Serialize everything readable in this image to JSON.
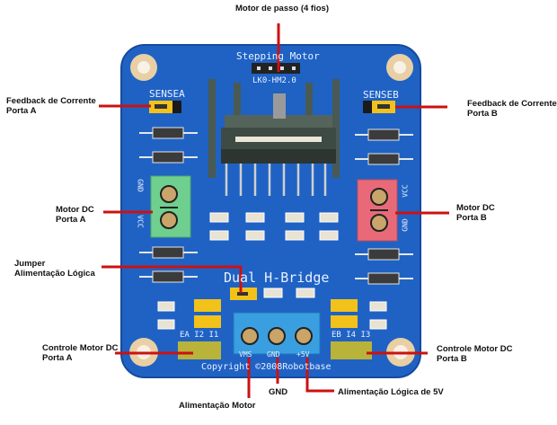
{
  "title": "Dual H-Bridge module (L298N) - pinout annotations",
  "colors": {
    "board": "#1f62c4",
    "board_edge": "#164a9c",
    "callout_line": "#cc1111",
    "jumper": "#f2c21a",
    "terminal_green": "#6fcf8f",
    "terminal_red": "#e86a78",
    "terminal_blue": "#3a9fe0",
    "header_pins": "#b9b33a",
    "mount_hole": "#e9cfa3"
  },
  "board_silkscreen": {
    "stepping_motor": "Stepping Motor",
    "chip": "LK0-HM2.0",
    "sense_a": "SENSEA",
    "sense_b": "SENSEB",
    "title": "Dual H-Bridge",
    "ctrl_a": "EA I2 I1",
    "ctrl_b": "EB I4 I3",
    "vms": "VMS",
    "gnd": "GND",
    "v5": "+5V",
    "copyright": "Copyright",
    "copyright_symbol": "©",
    "copyright_year_owner": "2008Robotbase",
    "terminal_a_top": "GND",
    "terminal_a_bottom": "VCC",
    "terminal_b_top": "VCC",
    "terminal_b_bottom": "GND"
  },
  "callouts": {
    "stepper": "Motor de passo (4 fios)",
    "feedback_a": "Feedback de Corrente\nPorta A",
    "feedback_b": "Feedback de Corrente\nPorta B",
    "motor_dc_a": "Motor DC\nPorta A",
    "motor_dc_b": "Motor DC\nPorta B",
    "jumper_logic": "Jumper\nAlimentação Lógica",
    "control_a": "Controle Motor DC\nPorta A",
    "control_b": "Controle Motor DC\nPorta B",
    "motor_power": "Alimentação Motor",
    "gnd": "GND",
    "logic_5v": "Alimentação Lógica de 5V"
  }
}
